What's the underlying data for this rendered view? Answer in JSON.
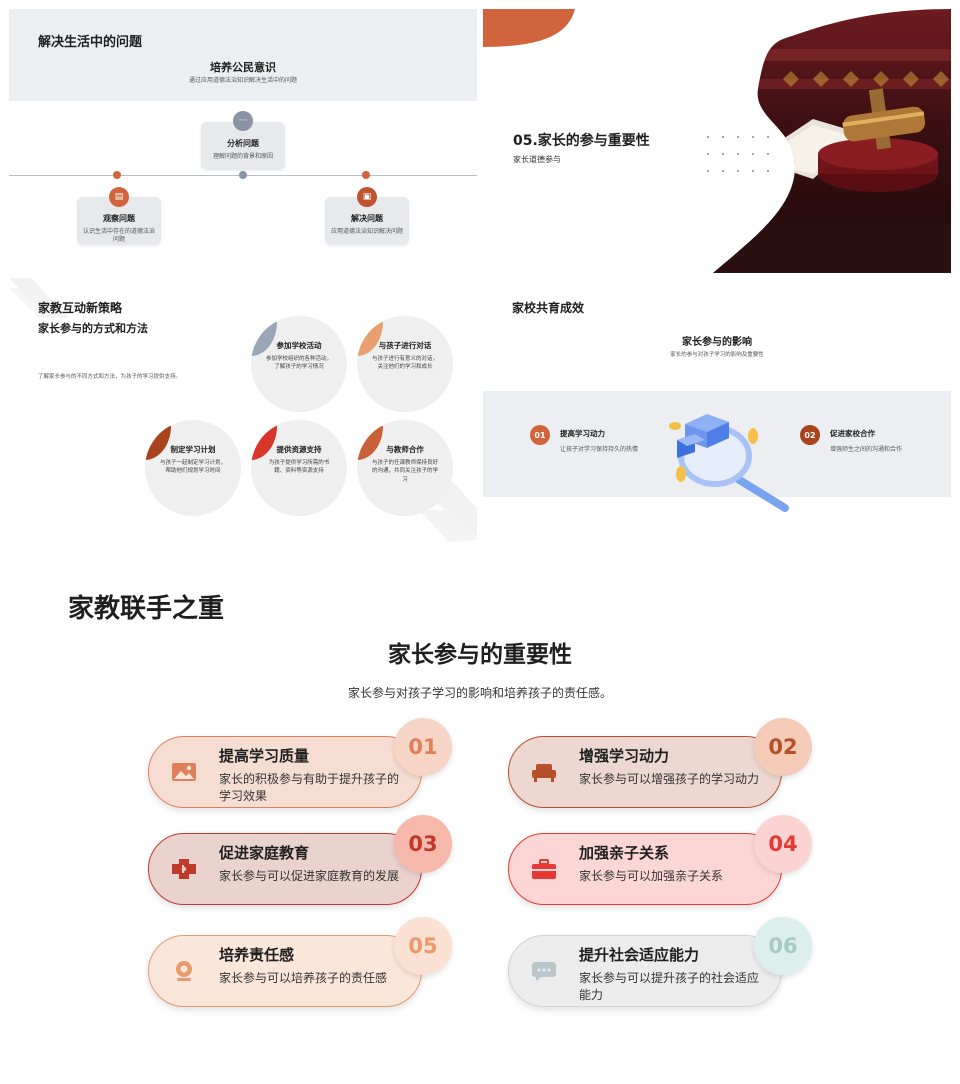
{
  "slide1": {
    "title": "解决生活中的问题",
    "subtitle": "培养公民意识",
    "subtitle_desc": "通过应用道德法治知识解决生活中的问题",
    "steps": [
      {
        "title": "分析问题",
        "desc": "理解问题的背景和原因",
        "icon": "chat-icon"
      },
      {
        "title": "观察问题",
        "desc": "认识生活中存在的道德法治问题",
        "icon": "document-icon"
      },
      {
        "title": "解决问题",
        "desc": "应用道德法治知识解决问题",
        "icon": "image-icon"
      }
    ]
  },
  "slide2": {
    "title": "05.家长的参与重要性",
    "subtitle": "家长道德参与"
  },
  "slide3": {
    "title": "家教互动新策略",
    "subtitle": "家长参与的方式和方法",
    "desc": "了解家长参与的不同方式和方法，为孩子的学习提供支持。",
    "items": [
      {
        "title": "参加学校活动",
        "desc": "参加学校组织的各种活动，了解孩子的学习情况",
        "color": "#9aa6b8"
      },
      {
        "title": "与孩子进行对话",
        "desc": "与孩子进行有意义的对话，关注他们的学习和成长",
        "color": "#e8a070"
      },
      {
        "title": "制定学习计划",
        "desc": "与孩子一起制定学习计划，帮助他们规划学习时间",
        "color": "#a8431e"
      },
      {
        "title": "提供资源支持",
        "desc": "为孩子提供学习所需的书籍、资料等资源支持",
        "color": "#d8352b"
      },
      {
        "title": "与教师合作",
        "desc": "与孩子的任课教师保持良好的沟通，共同关注孩子的学习",
        "color": "#c8603a"
      }
    ]
  },
  "slide4": {
    "title": "家校共育成效",
    "subtitle": "家长参与的影响",
    "subtitle_desc": "家长的参与对孩子学习的影响及重要性",
    "items": [
      {
        "num": "01",
        "title": "提高学习动力",
        "desc": "让孩子对学习保持持久的热情",
        "color": "#d0643c"
      },
      {
        "num": "02",
        "title": "促进家校合作",
        "desc": "增强师生之间的沟通和合作",
        "color": "#a8431e"
      }
    ]
  },
  "slide5": {
    "title": "家教联手之重",
    "subtitle": "家长参与的重要性",
    "subtitle_desc": "家长参与对孩子学习的影响和培养孩子的责任感。",
    "cards": [
      {
        "num": "01",
        "title": "提高学习质量",
        "desc": "家长的积极参与有助于提升孩子的学习效果",
        "icon": "image-icon",
        "accent": "#e0805a",
        "bg": "#f6ddd2",
        "nbg": "#f7d5c6"
      },
      {
        "num": "02",
        "title": "增强学习动力",
        "desc": "家长参与可以增强孩子的学习动力",
        "icon": "sofa-icon",
        "accent": "#b4502c",
        "bg": "#ecd8d0",
        "nbg": "#f3cbb7"
      },
      {
        "num": "03",
        "title": "促进家庭教育",
        "desc": "家长参与可以促进家庭教育的发展",
        "icon": "puzzle-icon",
        "accent": "#c03a2b",
        "bg": "#ead2cd",
        "nbg": "#f6b8ab"
      },
      {
        "num": "04",
        "title": "加强亲子关系",
        "desc": "家长参与可以加强亲子关系",
        "icon": "briefcase-icon",
        "accent": "#e53935",
        "bg": "#fbd6d4",
        "nbg": "#fbd3d1"
      },
      {
        "num": "05",
        "title": "培养责任感",
        "desc": "家长参与可以培养孩子的责任感",
        "icon": "location-icon",
        "accent": "#e89a6e",
        "bg": "#fbe6da",
        "nbg": "#fbe1d2"
      },
      {
        "num": "06",
        "title": "提升社会适应能力",
        "desc": "家长参与可以提升孩子的社会适应能力",
        "icon": "chat-icon",
        "accent": "#a9c9c3",
        "bg": "#ececec",
        "nbg": "#dcefec"
      }
    ]
  }
}
